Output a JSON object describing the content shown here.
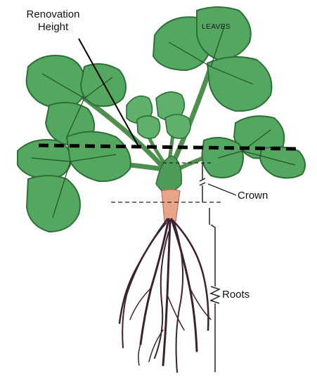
{
  "diagram": {
    "labels": {
      "renovation_height_line1": "Renovation",
      "renovation_height_line2": "Height",
      "leaves": "LEAVES",
      "crown": "Crown",
      "roots": "Roots"
    },
    "colors": {
      "leaf_fill": "#53a75f",
      "leaf_edge": "#2f6e3b",
      "leaf_vein": "#24502c",
      "stem": "#4d8f4d",
      "crown": "#e8a58a",
      "roots": "#3b2230",
      "renovation_line": "#000000"
    }
  }
}
